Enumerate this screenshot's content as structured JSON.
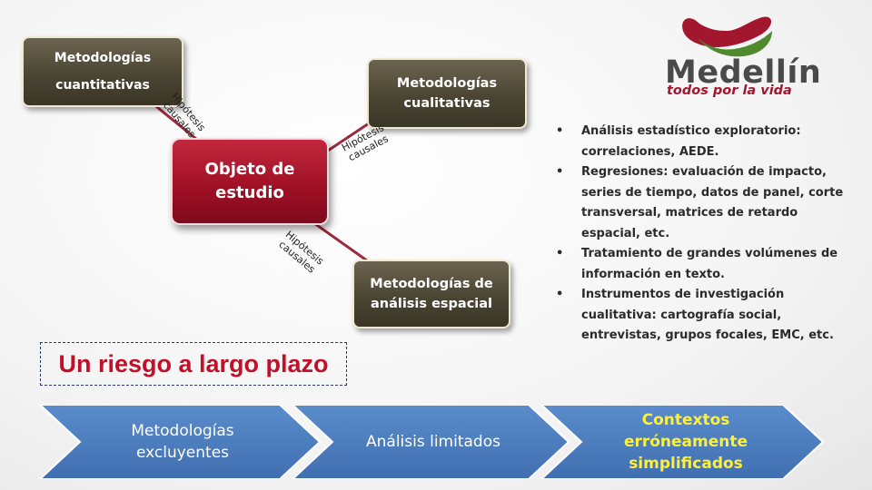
{
  "diagram": {
    "nodes": {
      "cuantitativas": {
        "line1": "Metodologías",
        "line2": "cuantitativas"
      },
      "cualitativas": {
        "line1": "Metodologías",
        "line2": "cualitativas"
      },
      "espacial": {
        "line1": "Metodologías de",
        "line2": "análisis espacial"
      },
      "objeto": {
        "line1": "Objeto de",
        "line2": "estudio"
      }
    },
    "edge_labels": {
      "hyp_1": {
        "line1": "Hipótesis",
        "line2": "causales"
      },
      "hyp_2": {
        "line1": "Hipótesis",
        "line2": "causales"
      },
      "hyp_3": {
        "line1": "Hipótesis",
        "line2": "causales"
      }
    }
  },
  "bullets": [
    "Análisis estadístico exploratorio: correlaciones, AEDE.",
    "Regresiones: evaluación de impacto, series de tiempo, datos de panel, corte transversal, matrices de retardo espacial, etc.",
    "Tratamiento de grandes volúmenes de información en texto.",
    "Instrumentos de investigación cualitativa: cartografía social, entrevistas, grupos focales, EMC, etc."
  ],
  "bullet_symbol": "•",
  "logo": {
    "wordmark": "Medellín",
    "tagline": "todos por la vida",
    "colors": {
      "red": "#a3172e",
      "green": "#4f8a2e",
      "gray": "#4a4a4a"
    }
  },
  "callout": "Un riesgo a largo plazo",
  "process": [
    {
      "line1": "Metodologías",
      "line2": "excluyentes"
    },
    {
      "line1": "Análisis limitados"
    },
    {
      "line1": "Contextos",
      "line2": "erróneamente",
      "line3": "simplificados"
    }
  ],
  "colors": {
    "node_brown": "#4a4533",
    "node_red": "#9e0f24",
    "connector": "#9b2a3a",
    "chevron_blue": "#4f7fbe",
    "highlight_yellow": "#ffef3d",
    "callout_red": "#c0102a"
  }
}
